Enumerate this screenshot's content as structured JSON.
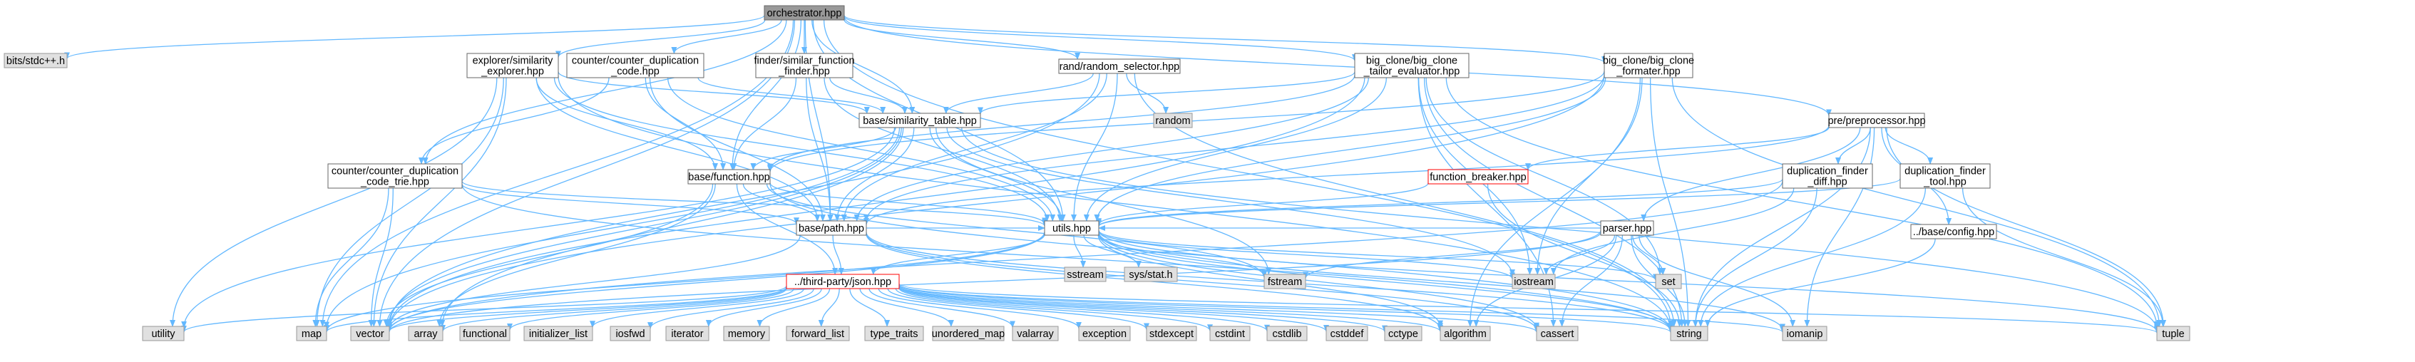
{
  "graph": {
    "background": "#ffffff",
    "edge_color": "#63b8ff",
    "colors": {
      "root_fill": "#999999",
      "root_border": "#666666",
      "project_fill": "#ffffff",
      "project_border": "#666666",
      "system_fill": "#e0e0e0",
      "system_border": "#999999",
      "broken_fill": "#ffffff",
      "broken_border": "#ff0000"
    },
    "nodes": {
      "orchestrator": {
        "lines": [
          "orchestrator.hpp"
        ],
        "kind": "root"
      },
      "bits_stdcpp": {
        "lines": [
          "bits/stdc++.h"
        ],
        "kind": "system"
      },
      "explorer": {
        "lines": [
          "explorer/similarity",
          "_explorer.hpp"
        ],
        "kind": "project"
      },
      "counter_dup_code": {
        "lines": [
          "counter/counter_duplication",
          "_code.hpp"
        ],
        "kind": "project"
      },
      "finder": {
        "lines": [
          "finder/similar_function",
          "_finder.hpp"
        ],
        "kind": "project"
      },
      "rand_selector": {
        "lines": [
          "rand/random_selector.hpp"
        ],
        "kind": "project"
      },
      "tailor_eval": {
        "lines": [
          "big_clone/big_clone",
          "_tailor_evaluator.hpp"
        ],
        "kind": "project"
      },
      "formater": {
        "lines": [
          "big_clone/big_clone",
          "_formater.hpp"
        ],
        "kind": "project"
      },
      "random": {
        "lines": [
          "random"
        ],
        "kind": "system"
      },
      "sim_table": {
        "lines": [
          "base/similarity_table.hpp"
        ],
        "kind": "project"
      },
      "preprocessor": {
        "lines": [
          "pre/preprocessor.hpp"
        ],
        "kind": "project"
      },
      "counter_trie": {
        "lines": [
          "counter/counter_duplication",
          "_code_trie.hpp"
        ],
        "kind": "project"
      },
      "base_function": {
        "lines": [
          "base/function.hpp"
        ],
        "kind": "project"
      },
      "function_breaker": {
        "lines": [
          "function_breaker.hpp"
        ],
        "kind": "broken"
      },
      "dup_finder_diff": {
        "lines": [
          "duplication_finder",
          "_diff.hpp"
        ],
        "kind": "project"
      },
      "dup_finder_tool": {
        "lines": [
          "duplication_finder",
          "_tool.hpp"
        ],
        "kind": "project"
      },
      "base_config": {
        "lines": [
          "../base/config.hpp"
        ],
        "kind": "project"
      },
      "base_path": {
        "lines": [
          "base/path.hpp"
        ],
        "kind": "project"
      },
      "utils": {
        "lines": [
          "utils.hpp"
        ],
        "kind": "project"
      },
      "parser": {
        "lines": [
          "parser.hpp"
        ],
        "kind": "project"
      },
      "sstream": {
        "lines": [
          "sstream"
        ],
        "kind": "system"
      },
      "sys_stat": {
        "lines": [
          "sys/stat.h"
        ],
        "kind": "system"
      },
      "fstream": {
        "lines": [
          "fstream"
        ],
        "kind": "system"
      },
      "iostream": {
        "lines": [
          "iostream"
        ],
        "kind": "system"
      },
      "set": {
        "lines": [
          "set"
        ],
        "kind": "system"
      },
      "json": {
        "lines": [
          "../third-party/json.hpp"
        ],
        "kind": "broken"
      },
      "utility": {
        "lines": [
          "utility"
        ],
        "kind": "system"
      },
      "map": {
        "lines": [
          "map"
        ],
        "kind": "system"
      },
      "vector": {
        "lines": [
          "vector"
        ],
        "kind": "system"
      },
      "array": {
        "lines": [
          "array"
        ],
        "kind": "system"
      },
      "functional": {
        "lines": [
          "functional"
        ],
        "kind": "system"
      },
      "initializer_list": {
        "lines": [
          "initializer_list"
        ],
        "kind": "system"
      },
      "iosfwd": {
        "lines": [
          "iosfwd"
        ],
        "kind": "system"
      },
      "iterator": {
        "lines": [
          "iterator"
        ],
        "kind": "system"
      },
      "memory": {
        "lines": [
          "memory"
        ],
        "kind": "system"
      },
      "forward_list": {
        "lines": [
          "forward_list"
        ],
        "kind": "system"
      },
      "type_traits": {
        "lines": [
          "type_traits"
        ],
        "kind": "system"
      },
      "unordered_map": {
        "lines": [
          "unordered_map"
        ],
        "kind": "system"
      },
      "valarray": {
        "lines": [
          "valarray"
        ],
        "kind": "system"
      },
      "exception": {
        "lines": [
          "exception"
        ],
        "kind": "system"
      },
      "stdexcept": {
        "lines": [
          "stdexcept"
        ],
        "kind": "system"
      },
      "cstdint": {
        "lines": [
          "cstdint"
        ],
        "kind": "system"
      },
      "cstdlib": {
        "lines": [
          "cstdlib"
        ],
        "kind": "system"
      },
      "cstddef": {
        "lines": [
          "cstddef"
        ],
        "kind": "system"
      },
      "cctype": {
        "lines": [
          "cctype"
        ],
        "kind": "system"
      },
      "algorithm": {
        "lines": [
          "algorithm"
        ],
        "kind": "system"
      },
      "cassert": {
        "lines": [
          "cassert"
        ],
        "kind": "system"
      },
      "string": {
        "lines": [
          "string"
        ],
        "kind": "system"
      },
      "iomanip": {
        "lines": [
          "iomanip"
        ],
        "kind": "system"
      },
      "tuple": {
        "lines": [
          "tuple"
        ],
        "kind": "system"
      }
    },
    "edges": [
      [
        "orchestrator",
        "bits_stdcpp"
      ],
      [
        "orchestrator",
        "explorer"
      ],
      [
        "orchestrator",
        "counter_dup_code"
      ],
      [
        "orchestrator",
        "finder"
      ],
      [
        "orchestrator",
        "rand_selector"
      ],
      [
        "orchestrator",
        "tailor_eval"
      ],
      [
        "orchestrator",
        "formater"
      ],
      [
        "orchestrator",
        "preprocessor"
      ],
      [
        "orchestrator",
        "sim_table"
      ],
      [
        "orchestrator",
        "counter_trie"
      ],
      [
        "orchestrator",
        "base_function"
      ],
      [
        "orchestrator",
        "base_path"
      ],
      [
        "orchestrator",
        "utils"
      ],
      [
        "orchestrator",
        "vector"
      ],
      [
        "orchestrator",
        "map"
      ],
      [
        "orchestrator",
        "string"
      ],
      [
        "explorer",
        "sim_table"
      ],
      [
        "explorer",
        "base_function"
      ],
      [
        "explorer",
        "base_path"
      ],
      [
        "explorer",
        "utils"
      ],
      [
        "explorer",
        "utility"
      ],
      [
        "explorer",
        "vector"
      ],
      [
        "explorer",
        "map"
      ],
      [
        "explorer",
        "string"
      ],
      [
        "counter_dup_code",
        "counter_trie"
      ],
      [
        "counter_dup_code",
        "base_function"
      ],
      [
        "counter_dup_code",
        "base_path"
      ],
      [
        "counter_dup_code",
        "utils"
      ],
      [
        "counter_dup_code",
        "sim_table"
      ],
      [
        "finder",
        "sim_table"
      ],
      [
        "finder",
        "base_function"
      ],
      [
        "finder",
        "base_path"
      ],
      [
        "finder",
        "utils"
      ],
      [
        "rand_selector",
        "random"
      ],
      [
        "rand_selector",
        "sim_table"
      ],
      [
        "rand_selector",
        "base_path"
      ],
      [
        "rand_selector",
        "utils"
      ],
      [
        "rand_selector",
        "vector"
      ],
      [
        "rand_selector",
        "string"
      ],
      [
        "tailor_eval",
        "sim_table"
      ],
      [
        "tailor_eval",
        "base_function"
      ],
      [
        "tailor_eval",
        "base_path"
      ],
      [
        "tailor_eval",
        "utils"
      ],
      [
        "tailor_eval",
        "iostream"
      ],
      [
        "tailor_eval",
        "set"
      ],
      [
        "tailor_eval",
        "string"
      ],
      [
        "tailor_eval",
        "tuple"
      ],
      [
        "tailor_eval",
        "vector"
      ],
      [
        "tailor_eval",
        "cassert"
      ],
      [
        "formater",
        "base_function"
      ],
      [
        "formater",
        "base_path"
      ],
      [
        "formater",
        "utils"
      ],
      [
        "formater",
        "iostream"
      ],
      [
        "formater",
        "string"
      ],
      [
        "formater",
        "tuple"
      ],
      [
        "formater",
        "vector"
      ],
      [
        "formater",
        "algorithm"
      ],
      [
        "sim_table",
        "base_function"
      ],
      [
        "sim_table",
        "base_path"
      ],
      [
        "sim_table",
        "utils"
      ],
      [
        "sim_table",
        "fstream"
      ],
      [
        "sim_table",
        "iostream"
      ],
      [
        "sim_table",
        "map"
      ],
      [
        "sim_table",
        "vector"
      ],
      [
        "sim_table",
        "utility"
      ],
      [
        "sim_table",
        "tuple"
      ],
      [
        "sim_table",
        "array"
      ],
      [
        "preprocessor",
        "function_breaker"
      ],
      [
        "preprocessor",
        "dup_finder_diff"
      ],
      [
        "preprocessor",
        "dup_finder_tool"
      ],
      [
        "preprocessor",
        "base_config"
      ],
      [
        "preprocessor",
        "parser"
      ],
      [
        "preprocessor",
        "string"
      ],
      [
        "preprocessor",
        "iomanip"
      ],
      [
        "preprocessor",
        "tuple"
      ],
      [
        "preprocessor",
        "base_path"
      ],
      [
        "counter_trie",
        "base_path"
      ],
      [
        "counter_trie",
        "utils"
      ],
      [
        "counter_trie",
        "map"
      ],
      [
        "counter_trie",
        "vector"
      ],
      [
        "counter_trie",
        "string"
      ],
      [
        "base_function",
        "base_path"
      ],
      [
        "base_function",
        "utils"
      ],
      [
        "base_function",
        "json"
      ],
      [
        "base_function",
        "fstream"
      ],
      [
        "base_function",
        "vector"
      ],
      [
        "base_function",
        "array"
      ],
      [
        "base_function",
        "string"
      ],
      [
        "function_breaker",
        "utils"
      ],
      [
        "function_breaker",
        "string"
      ],
      [
        "dup_finder_diff",
        "utils"
      ],
      [
        "dup_finder_diff",
        "iostream"
      ],
      [
        "dup_finder_diff",
        "string"
      ],
      [
        "dup_finder_diff",
        "vector"
      ],
      [
        "dup_finder_tool",
        "utils"
      ],
      [
        "dup_finder_tool",
        "string"
      ],
      [
        "dup_finder_tool",
        "tuple"
      ],
      [
        "base_config",
        "string"
      ],
      [
        "base_path",
        "utils"
      ],
      [
        "base_path",
        "json"
      ],
      [
        "base_path",
        "string"
      ],
      [
        "base_path",
        "vector"
      ],
      [
        "base_path",
        "algorithm"
      ],
      [
        "base_path",
        "cassert"
      ],
      [
        "utils",
        "sstream"
      ],
      [
        "utils",
        "sys_stat"
      ],
      [
        "utils",
        "fstream"
      ],
      [
        "utils",
        "iostream"
      ],
      [
        "utils",
        "set"
      ],
      [
        "utils",
        "string"
      ],
      [
        "utils",
        "vector"
      ],
      [
        "utils",
        "map"
      ],
      [
        "utils",
        "algorithm"
      ],
      [
        "utils",
        "iomanip"
      ],
      [
        "utils",
        "cassert"
      ],
      [
        "utils",
        "tuple"
      ],
      [
        "utils",
        "json"
      ],
      [
        "parser",
        "fstream"
      ],
      [
        "parser",
        "iostream"
      ],
      [
        "parser",
        "set"
      ],
      [
        "parser",
        "string"
      ],
      [
        "parser",
        "vector"
      ],
      [
        "parser",
        "iomanip"
      ],
      [
        "parser",
        "algorithm"
      ],
      [
        "parser",
        "cassert"
      ],
      [
        "parser",
        "utils"
      ],
      [
        "json",
        "utility"
      ],
      [
        "json",
        "map"
      ],
      [
        "json",
        "vector"
      ],
      [
        "json",
        "array"
      ],
      [
        "json",
        "functional"
      ],
      [
        "json",
        "initializer_list"
      ],
      [
        "json",
        "iosfwd"
      ],
      [
        "json",
        "iterator"
      ],
      [
        "json",
        "memory"
      ],
      [
        "json",
        "forward_list"
      ],
      [
        "json",
        "type_traits"
      ],
      [
        "json",
        "unordered_map"
      ],
      [
        "json",
        "valarray"
      ],
      [
        "json",
        "exception"
      ],
      [
        "json",
        "stdexcept"
      ],
      [
        "json",
        "cstdint"
      ],
      [
        "json",
        "cstdlib"
      ],
      [
        "json",
        "cstddef"
      ],
      [
        "json",
        "cctype"
      ],
      [
        "json",
        "algorithm"
      ],
      [
        "json",
        "cassert"
      ],
      [
        "json",
        "string"
      ],
      [
        "json",
        "iomanip"
      ],
      [
        "json",
        "tuple"
      ]
    ]
  }
}
